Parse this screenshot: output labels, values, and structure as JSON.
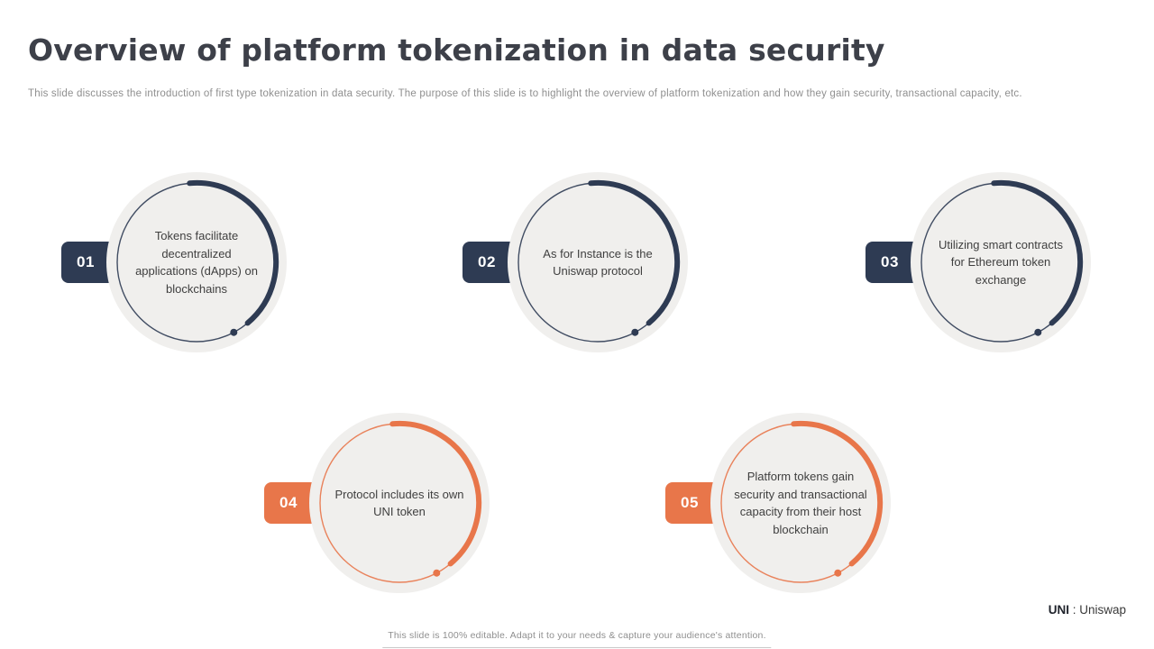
{
  "slide": {
    "title": "Overview of platform tokenization in data security",
    "subtitle": "This slide discusses the introduction of first type tokenization in data security. The purpose of this slide is to highlight the overview of platform tokenization and how they gain security, transactional capacity, etc.",
    "footer": "This slide is 100% editable. Adapt it to your needs & capture your audience's attention.",
    "legend": {
      "term": "UNI",
      "separator": " : ",
      "definition": "Uniswap"
    }
  },
  "colors": {
    "navy": "#2e3b53",
    "orange": "#e8764a",
    "circle_fill": "#f0efed",
    "title_text": "#3d4049",
    "body_text": "#3f3f3f",
    "muted_text": "#8f8f8f"
  },
  "items": [
    {
      "number": "01",
      "text": "Tokens facilitate decentralized applications (dApps) on blockchains",
      "theme": "navy"
    },
    {
      "number": "02",
      "text": "As for Instance is the Uniswap protocol",
      "theme": "navy"
    },
    {
      "number": "03",
      "text": "Utilizing smart contracts for Ethereum token exchange",
      "theme": "navy"
    },
    {
      "number": "04",
      "text": "Protocol includes its own UNI token",
      "theme": "orange"
    },
    {
      "number": "05",
      "text": "Platform tokens gain security and transactional capacity from their host blockchain",
      "theme": "orange"
    }
  ]
}
